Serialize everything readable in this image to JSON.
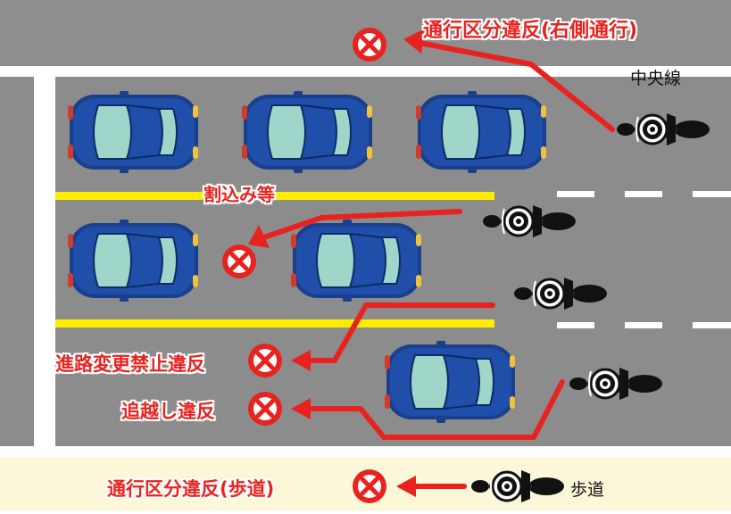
{
  "labels": {
    "wrong_side": "通行区分違反(右側通行)",
    "center_line": "中央線",
    "cutting_in": "割込み等",
    "lane_change": "進路変更禁止違反",
    "overtaking": "追越し違反",
    "sidewalk_violation": "通行区分違反(歩道)",
    "sidewalk": "歩道"
  },
  "colors": {
    "road": "#8c8c8c",
    "upper_road": "#8e8e8e",
    "sidewalk": "#fbf7d8",
    "yellow_line": "#ffec00",
    "white_line": "#ffffff",
    "violation_red": "#e8231f",
    "car_body": "#1f4fa8",
    "car_window": "#9fd6c9",
    "bike": "#111111"
  },
  "icons": [
    "prohibited-icon",
    "arrow-icon",
    "car-icon",
    "motorcycle-icon"
  ]
}
